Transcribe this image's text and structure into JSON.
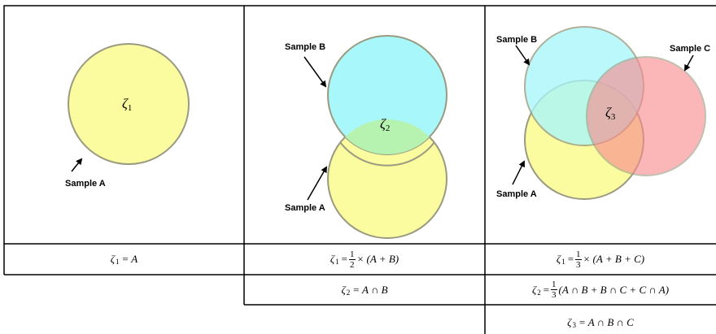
{
  "panels": [
    {
      "circle_label_a": "Sample A",
      "center_symbol": "ζ",
      "center_sub": "1"
    },
    {
      "circle_label_a": "Sample A",
      "circle_label_b": "Sample B",
      "center_symbol": "ζ",
      "center_sub": "2"
    },
    {
      "circle_label_a": "Sample A",
      "circle_label_b": "Sample B",
      "circle_label_c": "Sample C",
      "center_symbol": "ζ",
      "center_sub": "3"
    }
  ],
  "formulas": {
    "p1_row1": {
      "lhs": "ζ",
      "sub": "1",
      "rhs": "= A"
    },
    "p2_row1": {
      "lhs": "ζ",
      "sub": "1",
      "eq": "=",
      "num": "1",
      "den": "2",
      "rhs": "× (A + B)"
    },
    "p2_row2": {
      "lhs": "ζ",
      "sub": "2",
      "rhs": "= A ∩ B"
    },
    "p3_row1": {
      "lhs": "ζ",
      "sub": "1",
      "eq": "=",
      "num": "1",
      "den": "3",
      "rhs": "× (A + B + C)"
    },
    "p3_row2": {
      "lhs": "ζ",
      "sub": "2",
      "eq": "=",
      "num": "1",
      "den": "3",
      "rhs": "(A ∩ B + B ∩ C + C ∩ A)"
    },
    "p3_row3": {
      "lhs": "ζ",
      "sub": "3",
      "rhs": "= A ∩ B ∩ C"
    }
  },
  "colors": {
    "sample_a": "#fbfba0",
    "sample_b": "#a8f7fb",
    "sample_c": "#fba8ab",
    "overlap_ab": "#b6f2b0",
    "outline": "#9a9a80",
    "border": "#000000"
  }
}
